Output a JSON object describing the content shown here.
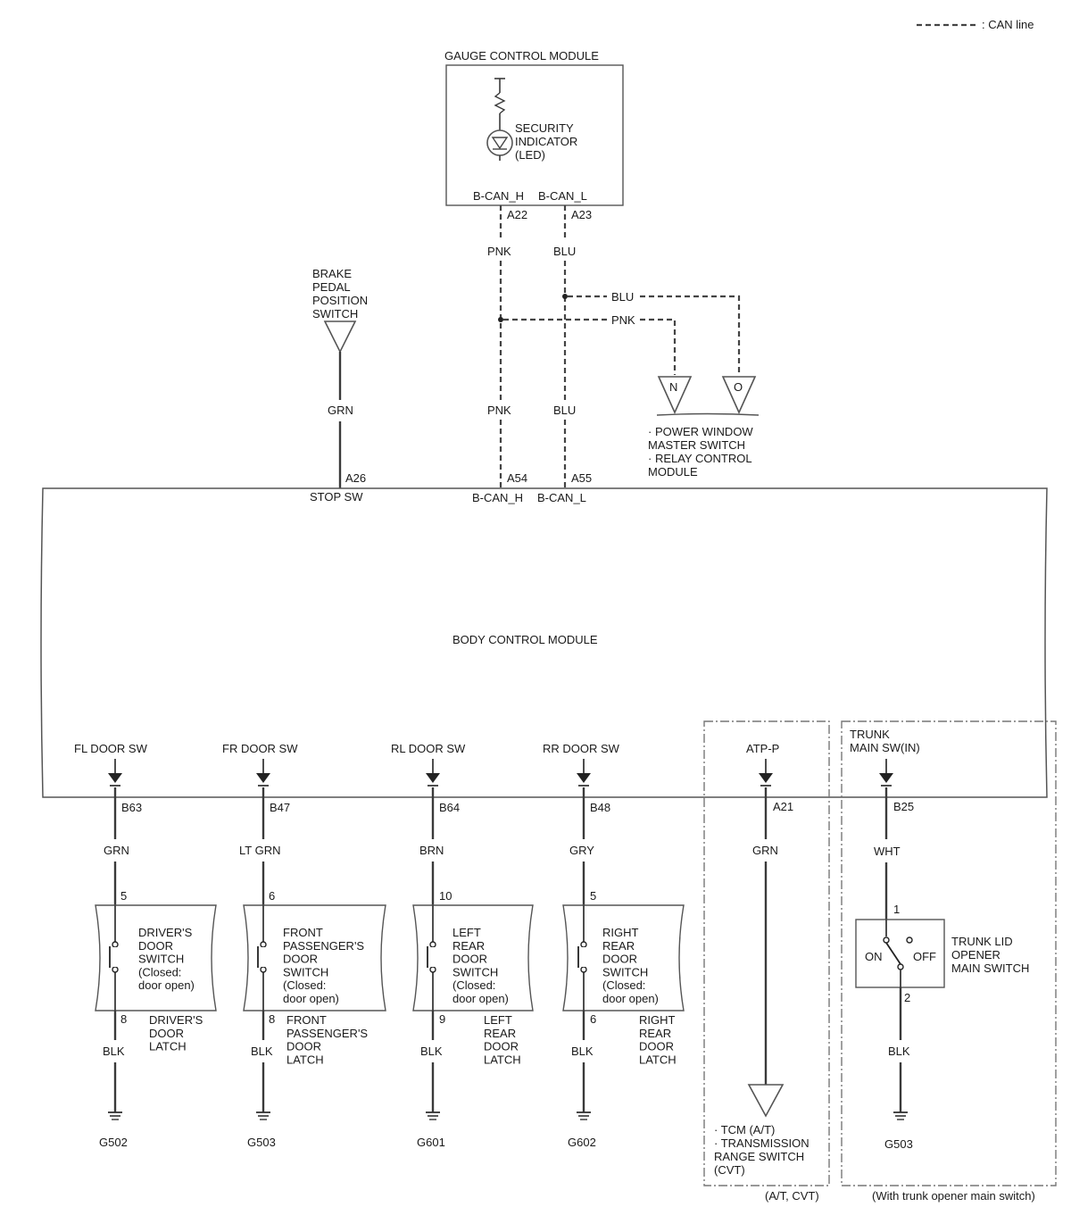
{
  "legend": {
    "can_line": ": CAN line"
  },
  "gauge": {
    "title": "GAUGE CONTROL MODULE",
    "indicator": [
      "SECURITY",
      "INDICATOR",
      "(LED)"
    ],
    "can_h": "B-CAN_H",
    "can_l": "B-CAN_L",
    "pin_h": "A22",
    "pin_l": "A23"
  },
  "wires_top": {
    "pnk": "PNK",
    "blu": "BLU"
  },
  "brake": {
    "label": [
      "BRAKE",
      "PEDAL",
      "POSITION",
      "SWITCH"
    ],
    "wire": "GRN"
  },
  "connectors": {
    "n": "N",
    "o": "O"
  },
  "power_window": [
    "· POWER WINDOW",
    "MASTER SWITCH",
    "· RELAY CONTROL",
    "MODULE"
  ],
  "bcm": {
    "title": "BODY CONTROL MODULE",
    "stop_pin": "A26",
    "stop_label": "STOP SW",
    "can_h_pin": "A54",
    "can_l_pin": "A55",
    "can_h": "B-CAN_H",
    "can_l": "B-CAN_L"
  },
  "doors": [
    {
      "sw": "FL DOOR SW",
      "pin": "B63",
      "wire": "GRN",
      "term_top": "5",
      "term_bot": "8",
      "switch": [
        "DRIVER'S",
        "DOOR",
        "SWITCH",
        "(Closed:",
        "door open)"
      ],
      "latch": [
        "DRIVER'S",
        "DOOR",
        "LATCH"
      ],
      "gnd_wire": "BLK",
      "ground": "G502"
    },
    {
      "sw": "FR DOOR SW",
      "pin": "B47",
      "wire": "LT GRN",
      "term_top": "6",
      "term_bot": "8",
      "switch": [
        "FRONT",
        "PASSENGER'S",
        "DOOR",
        "SWITCH",
        "(Closed:",
        "door open)"
      ],
      "latch": [
        "FRONT",
        "PASSENGER'S",
        "DOOR",
        "LATCH"
      ],
      "gnd_wire": "BLK",
      "ground": "G503"
    },
    {
      "sw": "RL DOOR SW",
      "pin": "B64",
      "wire": "BRN",
      "term_top": "10",
      "term_bot": "9",
      "switch": [
        "LEFT",
        "REAR",
        "DOOR",
        "SWITCH",
        "(Closed:",
        "door open)"
      ],
      "latch": [
        "LEFT",
        "REAR",
        "DOOR",
        "LATCH"
      ],
      "gnd_wire": "BLK",
      "ground": "G601"
    },
    {
      "sw": "RR DOOR SW",
      "pin": "B48",
      "wire": "GRY",
      "term_top": "5",
      "term_bot": "6",
      "switch": [
        "RIGHT",
        "REAR",
        "DOOR",
        "SWITCH",
        "(Closed:",
        "door open)"
      ],
      "latch": [
        "RIGHT",
        "REAR",
        "DOOR",
        "LATCH"
      ],
      "gnd_wire": "BLK",
      "ground": "G602"
    }
  ],
  "atp": {
    "label": "ATP-P",
    "pin": "A21",
    "wire": "GRN",
    "target": [
      "· TCM (A/T)",
      "· TRANSMISSION",
      "RANGE SWITCH",
      "(CVT)"
    ],
    "note": "(A/T, CVT)"
  },
  "trunk": {
    "label": [
      "TRUNK",
      "MAIN SW(IN)"
    ],
    "pin": "B25",
    "wire": "WHT",
    "term_top": "1",
    "term_bot": "2",
    "on": "ON",
    "off": "OFF",
    "switch": [
      "TRUNK LID",
      "OPENER",
      "MAIN SWITCH"
    ],
    "gnd_wire": "BLK",
    "ground": "G503",
    "note": "(With trunk opener main switch)"
  }
}
